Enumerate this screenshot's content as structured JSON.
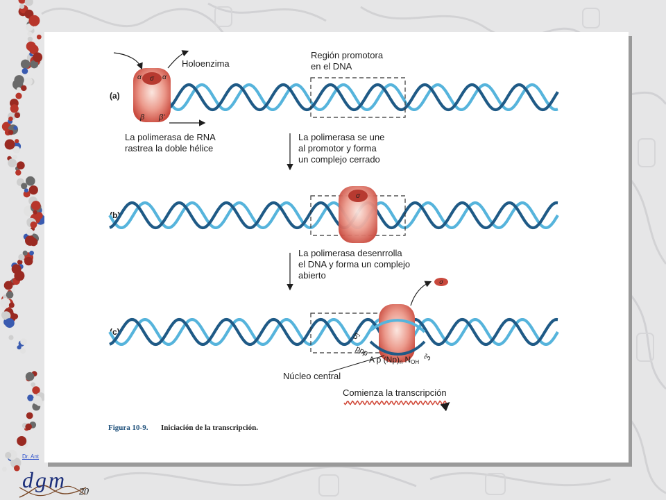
{
  "slide": {
    "author_link": "Dr. Ant",
    "logo_text": "dgm",
    "page_number": "20"
  },
  "figure": {
    "parts": [
      {
        "label": "(a)"
      },
      {
        "label": "(b)"
      },
      {
        "label": "(c)"
      }
    ],
    "promoter_label": [
      "Región promotora",
      "en el DNA"
    ],
    "holoenzyme_label": "Holoenzima",
    "subunits": {
      "alpha": "α",
      "sigma": "σ",
      "beta": "β",
      "beta_prime": "β'"
    },
    "scan_label": [
      "La polimerasa de RNA",
      "rastrea la doble hélice"
    ],
    "step1_label": [
      "La polimerasa se une",
      "al promotor y forma",
      "un complejo cerrado"
    ],
    "step2_label": [
      "La polimerasa desenrrolla",
      "el DNA y forma un complejo",
      "abierto"
    ],
    "transcript_5p": "5'",
    "transcript_text": "ppp A p (Np)",
    "transcript_sub_n": "n",
    "transcript_tail": "N",
    "transcript_sub_oh": "OH",
    "transcript_3p": "3'",
    "core_label": "Núcleo central",
    "begin_label": "Comienza la transcripción",
    "caption_number": "Figura 10-9.",
    "caption_text": "Iniciación de la transcripción."
  },
  "colors": {
    "helix_dark": "#1f5a86",
    "helix_light": "#56b4dc",
    "polymerase": "#d9675a",
    "polymerase_light": "#f4c6bc",
    "wave": "#d14a3a"
  }
}
